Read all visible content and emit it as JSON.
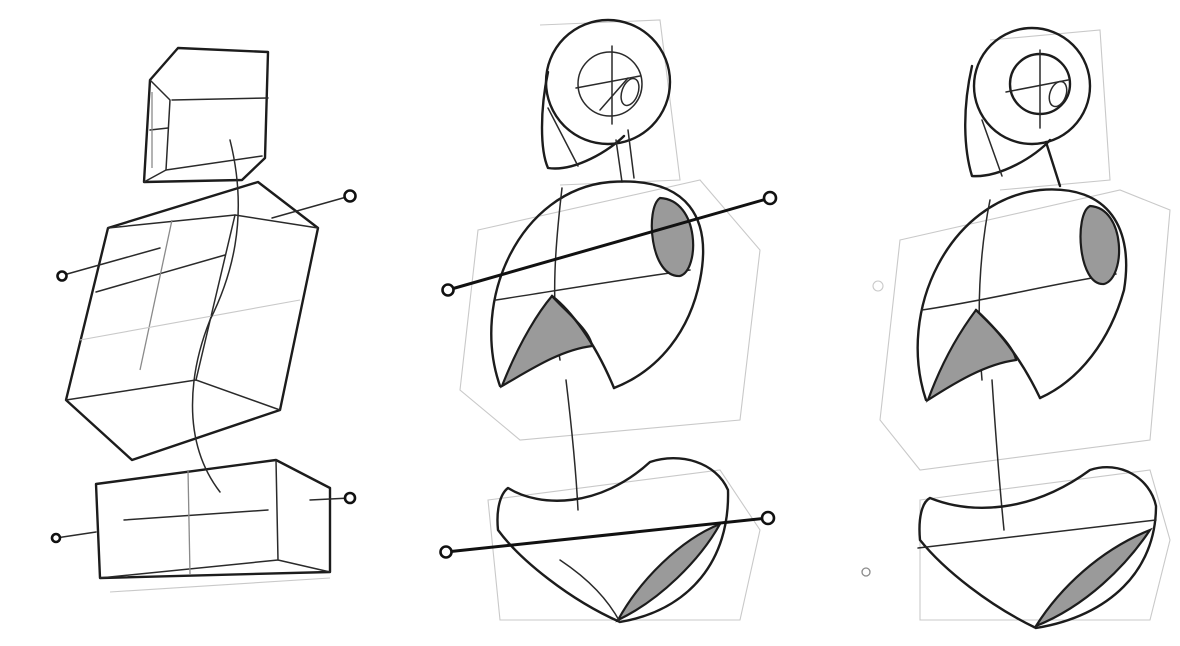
{
  "image": {
    "kind": "pencil-sketch",
    "palette": {
      "paper": "#ffffff",
      "ink": "#1c1c1c",
      "shade": "#9a9a9a",
      "guide": "#c9c9c9"
    },
    "figures": [
      "box-mannequin",
      "shaded-form-mannequin",
      "refined-sketch-mannequin"
    ]
  }
}
